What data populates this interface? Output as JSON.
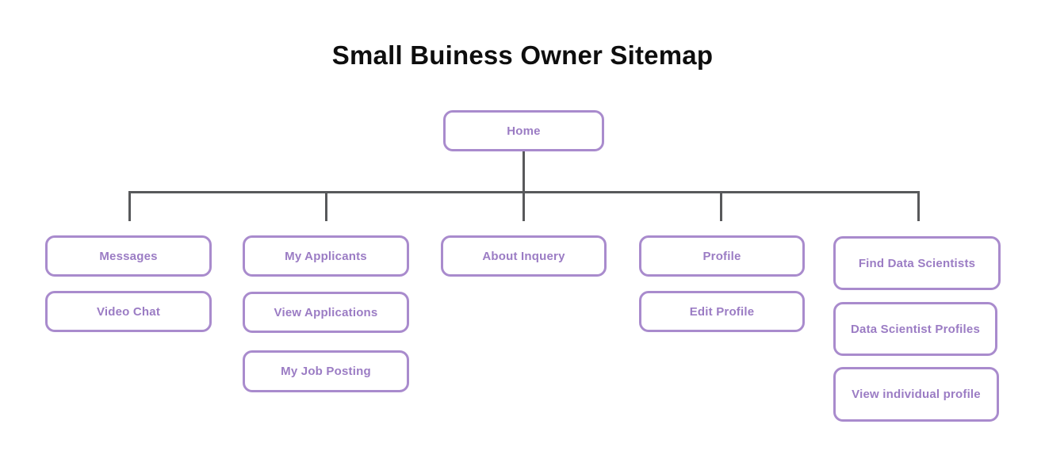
{
  "title": "Small Buiness Owner Sitemap",
  "colors": {
    "node_border": "#a98bcd",
    "node_text": "#9b7cc4",
    "connector": "#58595b",
    "title_text": "#0e0e0e",
    "background": "#ffffff"
  },
  "diagram": {
    "root": {
      "label": "Home"
    },
    "branches": [
      {
        "name": "messages",
        "items": [
          {
            "label": "Messages"
          },
          {
            "label": "Video Chat"
          }
        ]
      },
      {
        "name": "my-applicants",
        "items": [
          {
            "label": "My Applicants"
          },
          {
            "label": "View Applications"
          },
          {
            "label": "My Job Posting"
          }
        ]
      },
      {
        "name": "about-inquery",
        "items": [
          {
            "label": "About Inquery"
          }
        ]
      },
      {
        "name": "profile",
        "items": [
          {
            "label": "Profile"
          },
          {
            "label": "Edit Profile"
          }
        ]
      },
      {
        "name": "find-data-scientists",
        "items": [
          {
            "label": "Find Data Scientists"
          },
          {
            "label": "Data Scientist Profiles"
          },
          {
            "label": "View individual profile"
          }
        ]
      }
    ]
  }
}
